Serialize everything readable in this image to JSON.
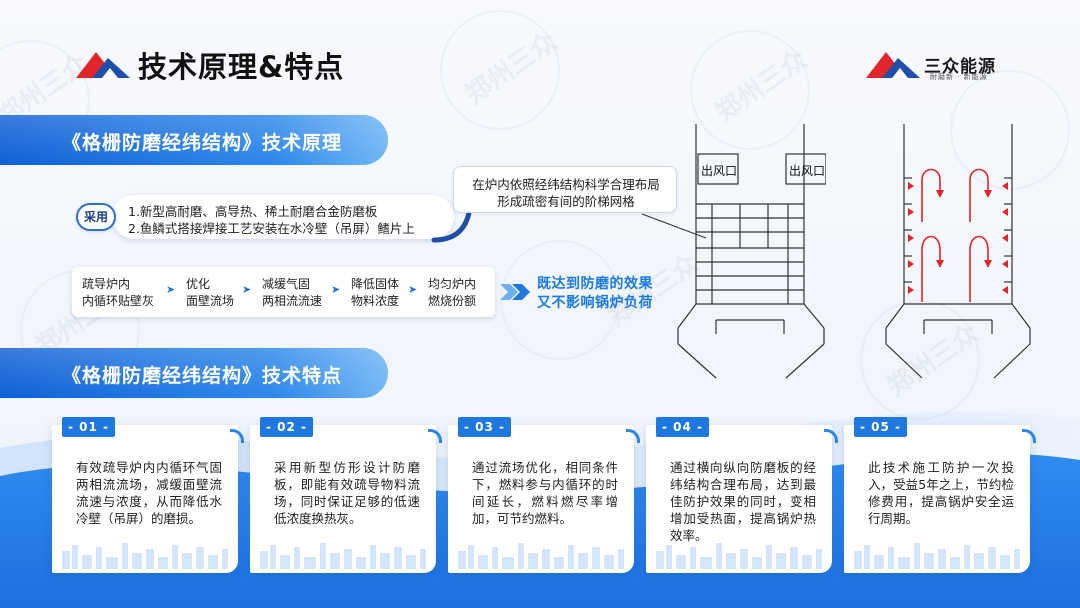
{
  "header": {
    "title": "技术原理&特点",
    "brand_name": "三众能源",
    "brand_sub": "耐磨新 · 新能源"
  },
  "watermark": {
    "text": "郑州三众"
  },
  "section1": {
    "title": "《格栅防磨经纬结构》技术原理"
  },
  "adopt": {
    "label": "采用",
    "lines": [
      "1.新型高耐磨、高导热、稀土耐磨合金防磨板",
      "2.鱼鳞式搭接焊接工艺安装在水冷壁（吊屏）鳍片上"
    ]
  },
  "callout": {
    "lines": [
      "在炉内依照经纬结构科学合理布局",
      "形成疏密有间的阶梯网格"
    ]
  },
  "flow": {
    "steps": [
      [
        "疏导炉内",
        "内循环贴壁灰"
      ],
      [
        "优化",
        "面壁流场"
      ],
      [
        "减缓气固",
        "两相流流速"
      ],
      [
        "降低固体",
        "物料浓度"
      ],
      [
        "均匀炉内",
        "燃烧份额"
      ]
    ],
    "result": [
      "既达到防磨的效果",
      "又不影响锅炉负荷"
    ]
  },
  "diagram": {
    "outlet_label": "出风口"
  },
  "section2": {
    "title": "《格栅防磨经纬结构》技术特点"
  },
  "cards": [
    {
      "num": "- 01 -",
      "text": "有效疏导炉内内循环气固两相流流场，减缓面壁流流速与浓度，从而降低水冷壁（吊屏）的磨损。"
    },
    {
      "num": "- 02 -",
      "text": "采用新型仿形设计防磨板，即能有效疏导物料流场，同时保证足够的低速低浓度换热灰。"
    },
    {
      "num": "- 03 -",
      "text": "通过流场优化，相同条件下，燃料参与内循环的时间延长，燃料燃尽率增加，可节约燃料。"
    },
    {
      "num": "- 04 -",
      "text": "通过横向纵向防磨板的经纬结构合理布局，达到最佳防护效果的同时，变相增加受热面，提高锅炉热效率。"
    },
    {
      "num": "- 05 -",
      "text": "此技术施工防护一次投入，受益5年之上，节约检修费用，提高锅炉安全运行周期。"
    }
  ],
  "colors": {
    "primary": "#1f78e0",
    "banner_start": "#0f5fd6",
    "accent_red": "#e0262b",
    "result_text": "#1c7ae8"
  }
}
